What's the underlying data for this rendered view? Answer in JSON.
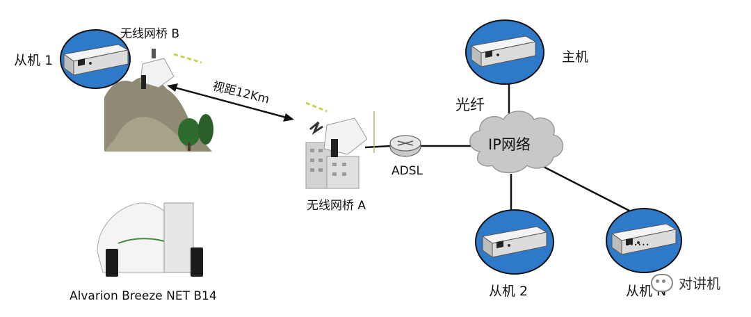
{
  "labels": {
    "slave1": "从机 1",
    "bridge_b": "无线网桥 B",
    "distance": "视距12Km",
    "host": "主机",
    "fiber": "光纤",
    "ip_network": "IP网络",
    "adsl": "ADSL",
    "bridge_a": "无线网桥  A",
    "product": "Alvarion Breeze NET B14",
    "slave2": "从机 2",
    "slaven": "从机 N",
    "dots": "……"
  },
  "watermark": {
    "text": "对讲机"
  },
  "colors": {
    "circle_fill": "#2f79c9",
    "circle_stroke": "#111111",
    "cloud_fill": "#c8c8c8",
    "device": "#e9e9e9",
    "link": "#111111",
    "mountain": "#8f8a74",
    "tree": "#2e6b2e"
  }
}
